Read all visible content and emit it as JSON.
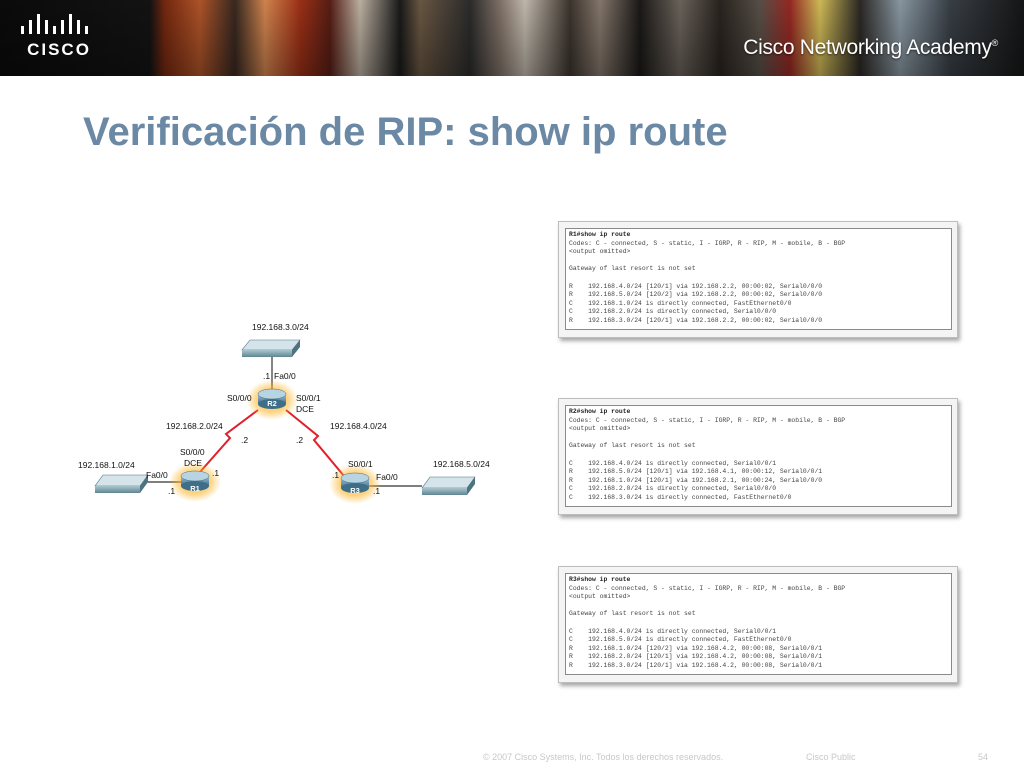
{
  "header": {
    "logo_text": "CISCO",
    "academy_title": "Cisco Networking Academy",
    "academy_mark": "®"
  },
  "slide": {
    "title": "Verificación de RIP: show ip route"
  },
  "topology": {
    "labels": {
      "net_r2_lan": "192.168.3.0/24",
      "r2_fa": "Fa0/0",
      "r2_fa_ip": ".1",
      "r2_s000": "S0/0/0",
      "r2_s001": "S0/0/1",
      "r2_dce": "DCE",
      "net_r1_r2": "192.168.2.0/24",
      "net_r2_r3": "192.168.4.0/24",
      "r2_left_ip": ".2",
      "r2_right_ip": ".2",
      "r1_s000": "S0/0/0",
      "r1_dce": "DCE",
      "r1_s_ip": ".1",
      "net_r1_lan": "192.168.1.0/24",
      "r1_fa": "Fa0/0",
      "r1_fa_ip": ".1",
      "r3_s001": "S0/0/1",
      "r3_s_ip": ".1",
      "net_r3_lan": "192.168.5.0/24",
      "r3_fa": "Fa0/0",
      "r3_fa_ip": ".1"
    },
    "routers": {
      "r1": "R1",
      "r2": "R2",
      "r3": "R3"
    }
  },
  "outputs": [
    {
      "command": "R1#show ip route",
      "lines": [
        "Codes: C - connected, S - static, I - IGRP, R - RIP, M - mobile, B - BGP",
        "<output omitted>",
        "",
        "Gateway of last resort is not set",
        "",
        "R    192.168.4.0/24 [120/1] via 192.168.2.2, 00:00:02, Serial0/0/0",
        "R    192.168.5.0/24 [120/2] via 192.168.2.2, 00:00:02, Serial0/0/0",
        "C    192.168.1.0/24 is directly connected, FastEthernet0/0",
        "C    192.168.2.0/24 is directly connected, Serial0/0/0",
        "R    192.168.3.0/24 [120/1] via 192.168.2.2, 00:00:02, Serial0/0/0"
      ]
    },
    {
      "command": "R2#show ip route",
      "lines": [
        "Codes: C - connected, S - static, I - IGRP, R - RIP, M - mobile, B - BGP",
        "<output omitted>",
        "",
        "Gateway of last resort is not set",
        "",
        "C    192.168.4.0/24 is directly connected, Serial0/0/1",
        "R    192.168.5.0/24 [120/1] via 192.168.4.1, 00:00:12, Serial0/0/1",
        "R    192.168.1.0/24 [120/1] via 192.168.2.1, 00:00:24, Serial0/0/0",
        "C    192.168.2.0/24 is directly connected, Serial0/0/0",
        "C    192.168.3.0/24 is directly connected, FastEthernet0/0"
      ]
    },
    {
      "command": "R3#show ip route",
      "lines": [
        "Codes: C - connected, S - static, I - IGRP, R - RIP, M - mobile, B - BGP",
        "<output omitted>",
        "",
        "Gateway of last resort is not set",
        "",
        "C    192.168.4.0/24 is directly connected, Serial0/0/1",
        "C    192.168.5.0/24 is directly connected, FastEthernet0/0",
        "R    192.168.1.0/24 [120/2] via 192.168.4.2, 00:00:08, Serial0/0/1",
        "R    192.168.2.0/24 [120/1] via 192.168.4.2, 00:00:08, Serial0/0/1",
        "R    192.168.3.0/24 [120/1] via 192.168.4.2, 00:00:08, Serial0/0/1"
      ]
    }
  ],
  "footer": {
    "copyright": "© 2007 Cisco Systems, Inc. Todos los derechos reservados.",
    "classification": "Cisco Public",
    "page_number": "54"
  }
}
